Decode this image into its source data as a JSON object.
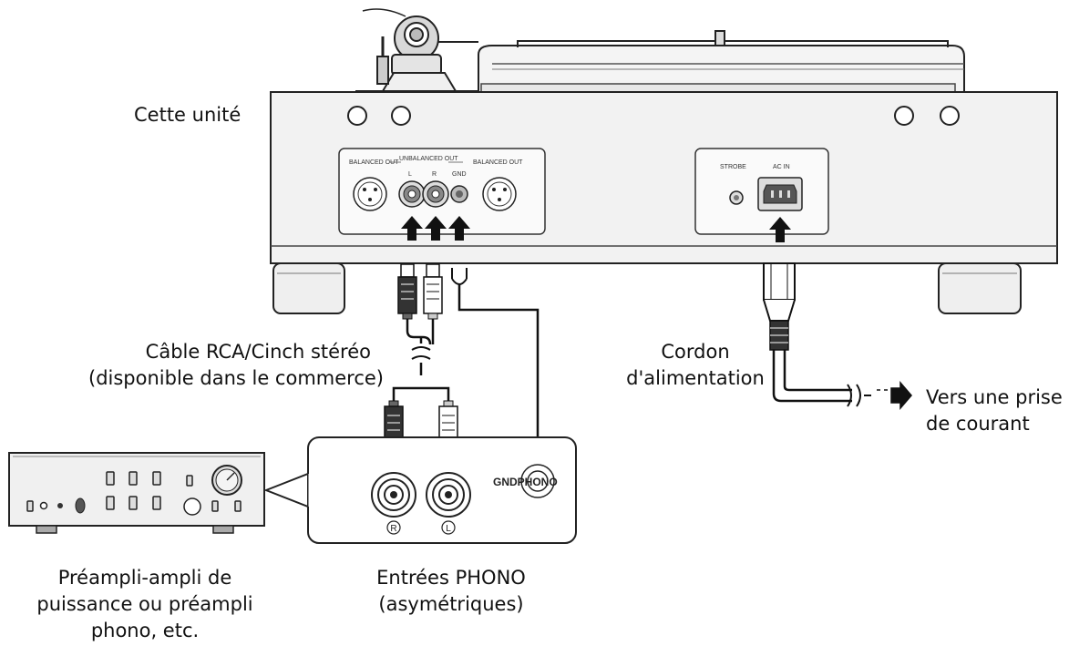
{
  "labels": {
    "unit": "Cette unité",
    "rca_cable": [
      "Câble RCA/Cinch stéréo",
      "(disponible dans le commerce)"
    ],
    "power_cord": [
      "Cordon",
      "d'alimentation"
    ],
    "outlet": [
      "Vers une prise",
      "de courant"
    ],
    "amplifier": [
      "Préampli-ampli de",
      "puissance ou préampli",
      "phono, etc."
    ],
    "phono_inputs": [
      "Entrées PHONO",
      "(asymétriques)"
    ],
    "gnd_phono": "GNDPHONO",
    "jack_r": "R",
    "jack_l": "L"
  },
  "panel_text": {
    "balanced_left": "BALANCED OUT",
    "unbalanced": "UNBALANCED OUT",
    "balanced_right": "BALANCED OUT",
    "jack_l": "L",
    "jack_r": "R",
    "gnd": "GND",
    "strobe": "STROBE",
    "ac_in": "AC IN"
  }
}
